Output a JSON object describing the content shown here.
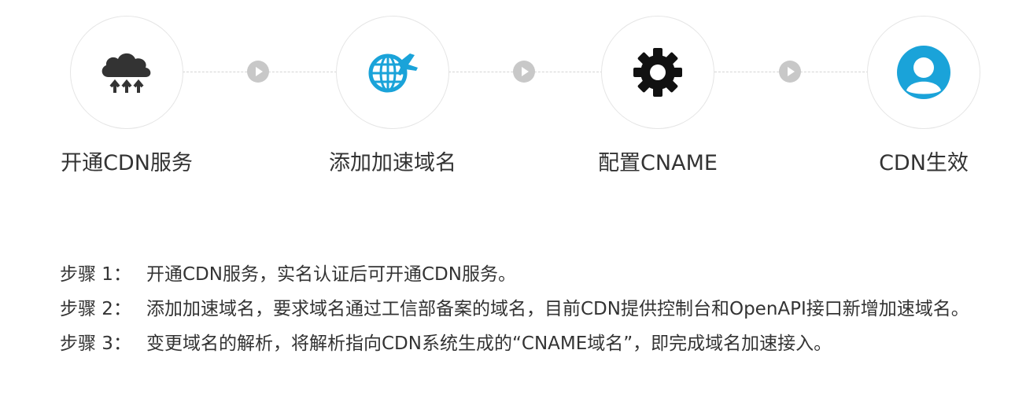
{
  "flow": {
    "steps": [
      {
        "label": "开通CDN服务",
        "icon": "cloud-upload-icon",
        "color": "#333333"
      },
      {
        "label": "添加加速域名",
        "icon": "globe-plane-icon",
        "color": "#1aa3d9"
      },
      {
        "label": "配置CNAME",
        "icon": "gear-icon",
        "color": "#111111"
      },
      {
        "label": "CDN生效",
        "icon": "user-icon",
        "color": "#1aa3d9"
      }
    ]
  },
  "description": {
    "items": [
      {
        "prefix": "步骤 1：",
        "text": "开通CDN服务，实名认证后可开通CDN服务。"
      },
      {
        "prefix": "步骤 2：",
        "text": "添加加速域名，要求域名通过工信部备案的域名，目前CDN提供控制台和OpenAPI接口新增加速域名。"
      },
      {
        "prefix": "步骤 3：",
        "text": "变更域名的解析，将解析指向CDN系统生成的“CNAME域名”，即完成域名加速接入。"
      }
    ]
  }
}
